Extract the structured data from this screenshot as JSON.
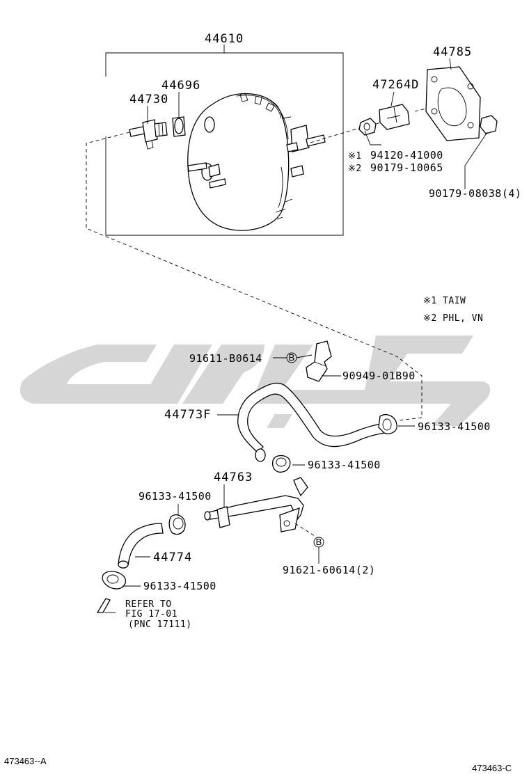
{
  "labels": {
    "booster_assy": "44610",
    "check_valve_grommet": "44696",
    "union_check_valve": "44730",
    "clamp_47264": "47264D",
    "gasket": "44785",
    "nut_ref1": "94120-41000",
    "nut_ref2": "90179-10065",
    "nut_90179": "90179-08038(4)",
    "bolt_91611": "91611-B0614",
    "clamp_90949": "90949-01B90",
    "hose_44773": "44773F",
    "clip_right": "96133-41500",
    "clip_mid": "96133-41500",
    "pipe_44763": "44763",
    "clip_upper_left": "96133-41500",
    "hose_44774": "44774",
    "clip_lower_left": "96133-41500",
    "bolt_91621": "91621-60614(2)",
    "bolt_mark": "B",
    "bolt_mark2": "B"
  },
  "markers": {
    "ref1": "※1",
    "ref2": "※2"
  },
  "notes": {
    "ref1_text": "※1  TAIW",
    "ref2_text": "※2  PHL, VN"
  },
  "refer": {
    "line1": "REFER TO",
    "line2": "FIG 17-01",
    "line3": "(PNC 17111)"
  },
  "codes": {
    "left": "473463--A",
    "right": "473463-C"
  },
  "colors": {
    "lines": "#000000",
    "watermark": "#d6d6d6"
  }
}
